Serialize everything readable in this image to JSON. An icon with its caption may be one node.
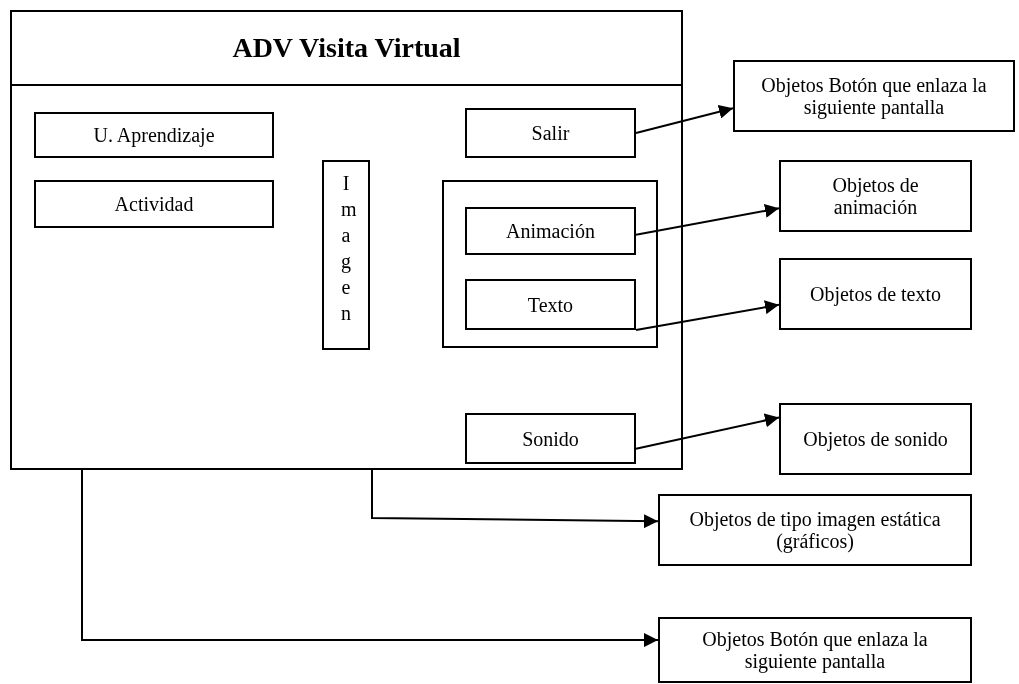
{
  "diagram": {
    "nodes": [
      {
        "text": [
          "ADV Visita Virtual"
        ]
      },
      {
        "text": [
          "U. Aprendizaje"
        ],
        "in": 0
      },
      {
        "text": [
          "Actividad"
        ],
        "in": 0
      },
      {
        "text": [
          "Imagen"
        ],
        "in": 0
      },
      {
        "text": [
          "Salir"
        ],
        "in": 0
      },
      {
        "text": [],
        "shape": "box",
        "in": 0
      },
      {
        "text": [
          "Animación"
        ],
        "in": 5
      },
      {
        "text": [
          "Texto"
        ],
        "in": 5
      },
      {
        "text": [
          "Sonido"
        ],
        "in": 0
      },
      {
        "text": [
          "Objetos Botón que enlaza la siguiente pantalla"
        ]
      },
      {
        "text": [
          "Objetos de animación"
        ]
      },
      {
        "text": [
          "Objetos de texto"
        ]
      },
      {
        "text": [
          "Objetos de sonido"
        ]
      },
      {
        "text": [
          "Objetos de tipo imagen estática (gráficos)"
        ]
      },
      {
        "text": [
          "Objetos Botón que enlaza la siguiente pantalla"
        ]
      }
    ],
    "edges": [
      {
        "from": 4,
        "to": 9,
        "arrow": "to"
      },
      {
        "from": 6,
        "to": 10,
        "arrow": "to"
      },
      {
        "from": 7,
        "to": 11,
        "arrow": "to"
      },
      {
        "from": 8,
        "to": 12,
        "arrow": "to"
      },
      {
        "from": 0,
        "to": 13,
        "arrow": "to"
      },
      {
        "from": 0,
        "to": 14,
        "arrow": "to"
      }
    ]
  }
}
